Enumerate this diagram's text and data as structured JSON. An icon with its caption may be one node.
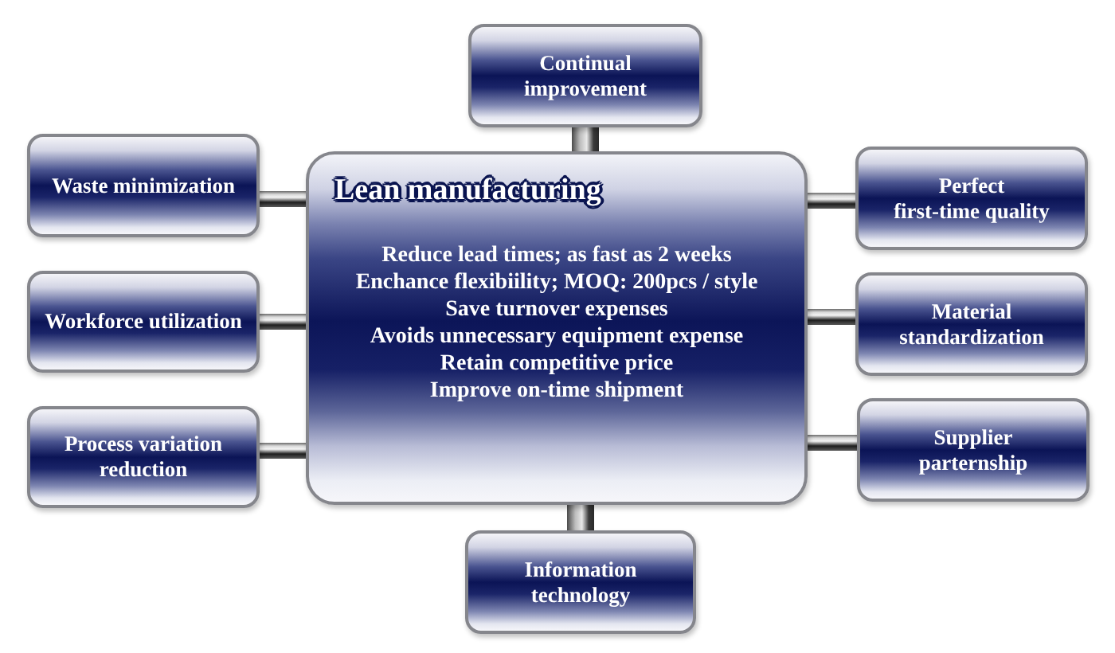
{
  "diagram": {
    "nodes": [
      {
        "text": [
          "Lean manufacturing",
          "Reduce lead times; as fast as 2 weeks",
          "Enchance flexibiility; MOQ: 200pcs / style",
          "Save turnover expenses",
          "Avoids unnecessary equipment expense",
          "Retain competitive price",
          "Improve on-time shipment"
        ]
      },
      {
        "text": [
          "Continual improvement"
        ]
      },
      {
        "text": [
          "Waste minimization"
        ]
      },
      {
        "text": [
          "Workforce utilization"
        ]
      },
      {
        "text": [
          "Process variation reduction"
        ]
      },
      {
        "text": [
          "Perfect first-time quality"
        ]
      },
      {
        "text": [
          "Material standardization"
        ]
      },
      {
        "text": [
          "Supplier parternship"
        ]
      },
      {
        "text": [
          "Information technology"
        ]
      }
    ],
    "edges": [
      {
        "from": 0,
        "to": 1,
        "arrow": "none"
      },
      {
        "from": 0,
        "to": 2,
        "arrow": "none"
      },
      {
        "from": 0,
        "to": 3,
        "arrow": "none"
      },
      {
        "from": 0,
        "to": 4,
        "arrow": "none"
      },
      {
        "from": 0,
        "to": 5,
        "arrow": "none"
      },
      {
        "from": 0,
        "to": 6,
        "arrow": "none"
      },
      {
        "from": 0,
        "to": 7,
        "arrow": "none"
      },
      {
        "from": 0,
        "to": 8,
        "arrow": "none"
      }
    ]
  }
}
